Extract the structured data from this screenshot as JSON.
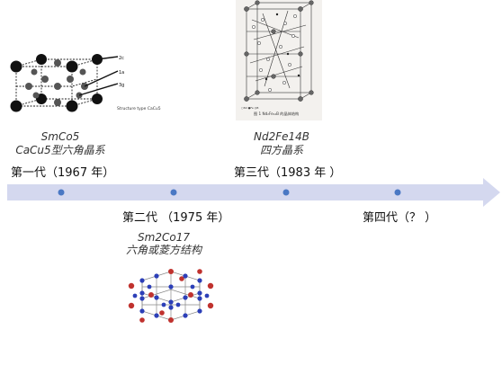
{
  "generations": [
    {
      "label": "第一代（1967 年）",
      "compound": "SmCo5",
      "structure": "CaCu5型六角晶系"
    },
    {
      "label": "第二代 （1975 年）",
      "compound": "Sm2Co17",
      "structure": "六角或菱方结构"
    },
    {
      "label": "第三代（1983 年 ）",
      "compound": "Nd2Fe14B",
      "structure": "四方晶系"
    },
    {
      "label": "第四代（？ ）"
    }
  ],
  "smco5_figure": {
    "site_labels": [
      "2c",
      "1a",
      "3g"
    ],
    "caption": "Structure type CaCu5"
  },
  "ndfeb_figure": {
    "caption": "图 1  Nd₂Fe₁₄B 的晶体结构"
  },
  "colors": {
    "arrow": "#d4d8ef",
    "node": "#4a78c4",
    "sm2co17_red": "#c0322e",
    "sm2co17_blue": "#2c3fb8"
  }
}
